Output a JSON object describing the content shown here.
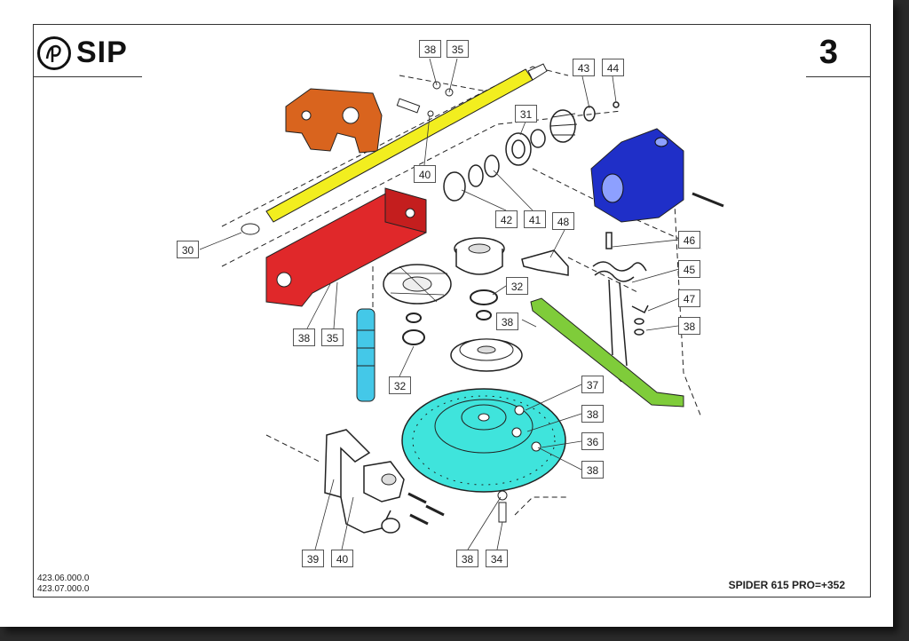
{
  "brand": {
    "name": "SIP"
  },
  "page_number": "3",
  "footer": {
    "codes": [
      "423.06.000.0",
      "423.07.000.0"
    ],
    "model": "SPIDER 615 PRO=+352"
  },
  "colors": {
    "orange_bracket": "#d9641e",
    "yellow_shaft": "#f2ee1f",
    "red_beam": "#e0282a",
    "blue_gearbox": "#1f2fc8",
    "cyan_disc": "#3fe4dc",
    "cyan_shaft": "#44c8e8",
    "green_arm": "#7fcc3a"
  },
  "callouts": [
    {
      "id": "c-38a",
      "label": "38"
    },
    {
      "id": "c-35a",
      "label": "35"
    },
    {
      "id": "c-43",
      "label": "43"
    },
    {
      "id": "c-44",
      "label": "44"
    },
    {
      "id": "c-31",
      "label": "31"
    },
    {
      "id": "c-40a",
      "label": "40"
    },
    {
      "id": "c-42",
      "label": "42"
    },
    {
      "id": "c-41",
      "label": "41"
    },
    {
      "id": "c-48",
      "label": "48"
    },
    {
      "id": "c-30",
      "label": "30"
    },
    {
      "id": "c-46",
      "label": "46"
    },
    {
      "id": "c-45",
      "label": "45"
    },
    {
      "id": "c-47",
      "label": "47"
    },
    {
      "id": "c-32a",
      "label": "32"
    },
    {
      "id": "c-38b",
      "label": "38"
    },
    {
      "id": "c-38c",
      "label": "38"
    },
    {
      "id": "c-38d",
      "label": "38"
    },
    {
      "id": "c-35b",
      "label": "35"
    },
    {
      "id": "c-32b",
      "label": "32"
    },
    {
      "id": "c-37",
      "label": "37"
    },
    {
      "id": "c-38e",
      "label": "38"
    },
    {
      "id": "c-36",
      "label": "36"
    },
    {
      "id": "c-38f",
      "label": "38"
    },
    {
      "id": "c-39",
      "label": "39"
    },
    {
      "id": "c-40b",
      "label": "40"
    },
    {
      "id": "c-38g",
      "label": "38"
    },
    {
      "id": "c-34",
      "label": "34"
    }
  ]
}
